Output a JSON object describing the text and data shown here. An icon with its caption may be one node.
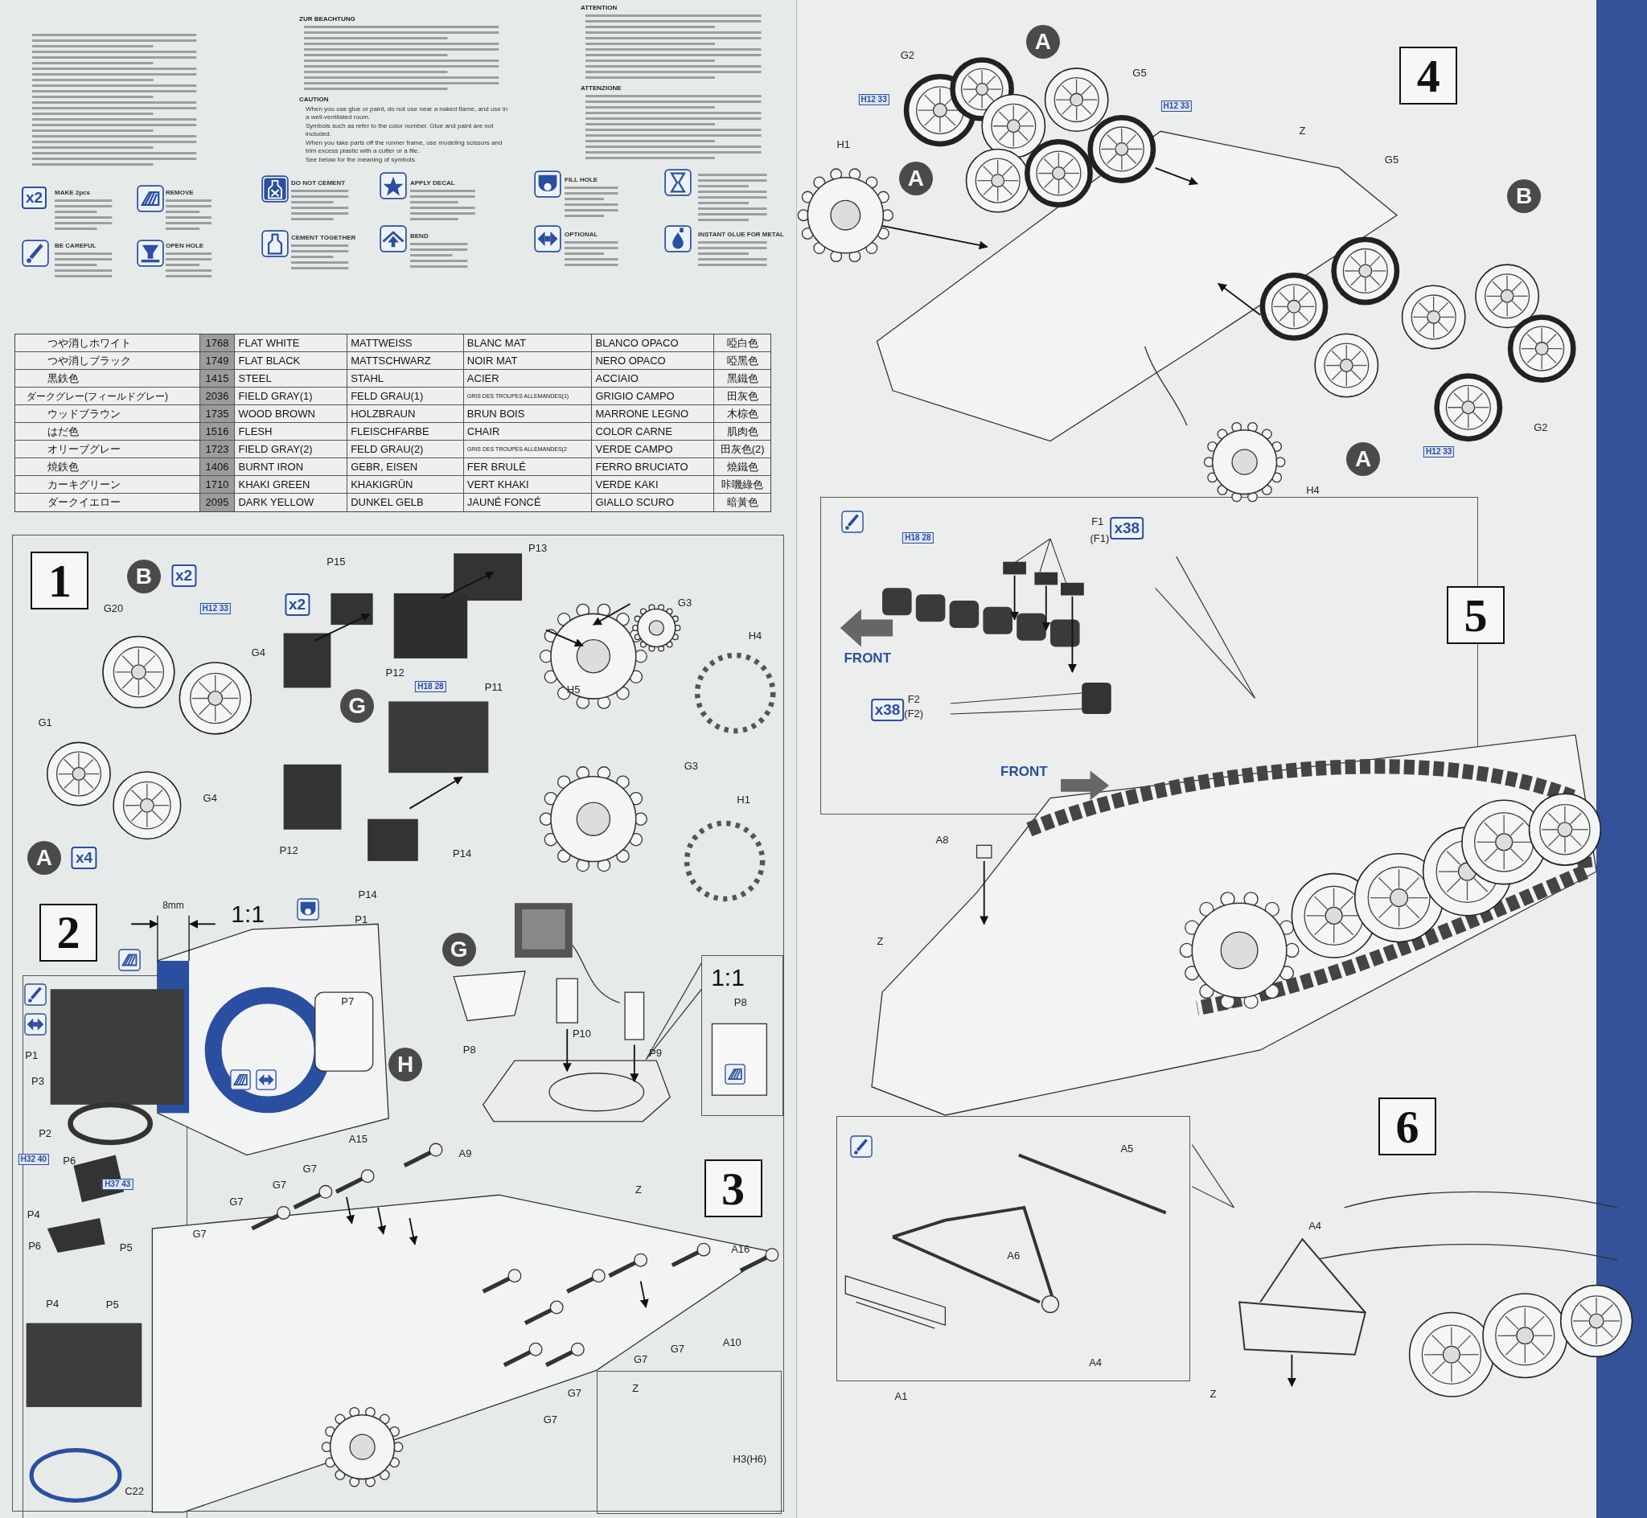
{
  "diagram": {
    "nodes": [
      {
        "text": [
          "1"
        ]
      },
      {
        "text": [
          "B"
        ]
      },
      {
        "text": [
          "G"
        ]
      },
      {
        "text": [
          "A"
        ]
      },
      {
        "text": [
          "2"
        ]
      },
      {
        "text": [
          "G"
        ]
      },
      {
        "text": [
          "H"
        ]
      },
      {
        "text": [
          "3"
        ]
      },
      {
        "text": [
          "4"
        ]
      },
      {
        "text": [
          "A"
        ]
      },
      {
        "text": [
          "A"
        ]
      },
      {
        "text": [
          "B"
        ]
      },
      {
        "text": [
          "A"
        ]
      },
      {
        "text": [
          "5"
        ]
      },
      {
        "text": [
          "6"
        ]
      }
    ],
    "labels": [
      "ZUR BEACHTUNG",
      "CAUTION",
      "When you use glue or paint, do not use near a naked flame, and use in a well-ventilated room.",
      "Symbols such as refer to the color number. Glue and paint are not included.",
      "When you take parts off the runner frame, use modeling scissors and trim excess plastic with a cutter or a file.",
      "See below for the meaning of symbols.",
      "ATTENTION",
      "ATTENZIONE",
      "x2",
      "MAKE 2pcs",
      "REMOVE",
      "DO NOT CEMENT",
      "APPLY DECAL",
      "FILL HOLE",
      "BE CAREFUL",
      "OPEN HOLE",
      "CEMENT TOGETHER",
      "BEND",
      "OPTIONAL",
      "INSTANT GLUE FOR METAL",
      "つや消しホワイト",
      "1768",
      "FLAT WHITE",
      "MATTWEISS",
      "BLANC MAT",
      "BLANCO OPACO",
      "啞白色",
      "つや消しブラック",
      "1749",
      "FLAT BLACK",
      "MATTSCHWARZ",
      "NOIR MAT",
      "NERO OPACO",
      "啞黑色",
      "黒鉄色",
      "1415",
      "STEEL",
      "STAHL",
      "ACIER",
      "ACCIAIO",
      "黑鐵色",
      "ダークグレー(フィールドグレー)",
      "2036",
      "FIELD GRAY(1)",
      "FELD GRAU(1)",
      "GRIS DES TROUPES ALLEMANDES(1)",
      "GRIGIO CAMPO",
      "田灰色",
      "ウッドブラウン",
      "1735",
      "WOOD BROWN",
      "HOLZBRAUN",
      "BRUN BOIS",
      "MARRONE LEGNO",
      "木棕色",
      "はだ色",
      "1516",
      "FLESH",
      "FLEISCHFARBE",
      "CHAIR",
      "COLOR CARNE",
      "肌肉色",
      "オリーブグレー",
      "1723",
      "FIELD GRAY(2)",
      "FELD GRAU(2)",
      "GRIS DES TROUPES ALLEMANDES(2",
      "VERDE CAMPO",
      "田灰色(2)",
      "焼鉄色",
      "1406",
      "BURNT IRON",
      "GEBR, EISEN",
      "FER BRULÉ",
      "FERRO BRUCIATO",
      "燒鐵色",
      "カーキグリーン",
      "1710",
      "KHAKI GREEN",
      "KHAKIGRÜN",
      "VERT KHAKI",
      "VERDE KAKI",
      "咔嘰綠色",
      "ダークイエロー",
      "2095",
      "DARK YELLOW",
      "DUNKEL GELB",
      "JAUNÉ FONCÉ",
      "GIALLO SCURO",
      "暗黃色",
      "x2",
      "G20",
      "H12 33",
      "G4",
      "x2",
      "P15",
      "P13",
      "G3",
      "H4",
      "P12",
      "H18 28",
      "P11",
      "H5",
      "G1",
      "G4",
      "G3",
      "H1",
      "x4",
      "P12",
      "P14",
      "P14",
      "8mm",
      "1:1",
      "P1",
      "P7",
      "P1",
      "P3",
      "P2",
      "H32 40",
      "P6",
      "H37 43",
      "P4",
      "P6",
      "P5",
      "P4",
      "P5",
      "C22",
      "P8",
      "P10",
      "P9",
      "1:1",
      "P8",
      "A15",
      "A9",
      "G7",
      "G7",
      "Z",
      "G7",
      "G7",
      "A16",
      "A10",
      "G7",
      "G7",
      "Z",
      "G7",
      "G7",
      "H3(H6)",
      "G2",
      "G5",
      "H12 33",
      "H12 33",
      "Z",
      "H1",
      "G5",
      "G2",
      "H12 33",
      "H4",
      "H18 28",
      "F1",
      "(F1)",
      "x38",
      "FRONT",
      "F2",
      "(F2)",
      "x38",
      "FRONT",
      "A8",
      "Z",
      "A5",
      "A6",
      "A4",
      "A1",
      "A4",
      "Z"
    ]
  }
}
